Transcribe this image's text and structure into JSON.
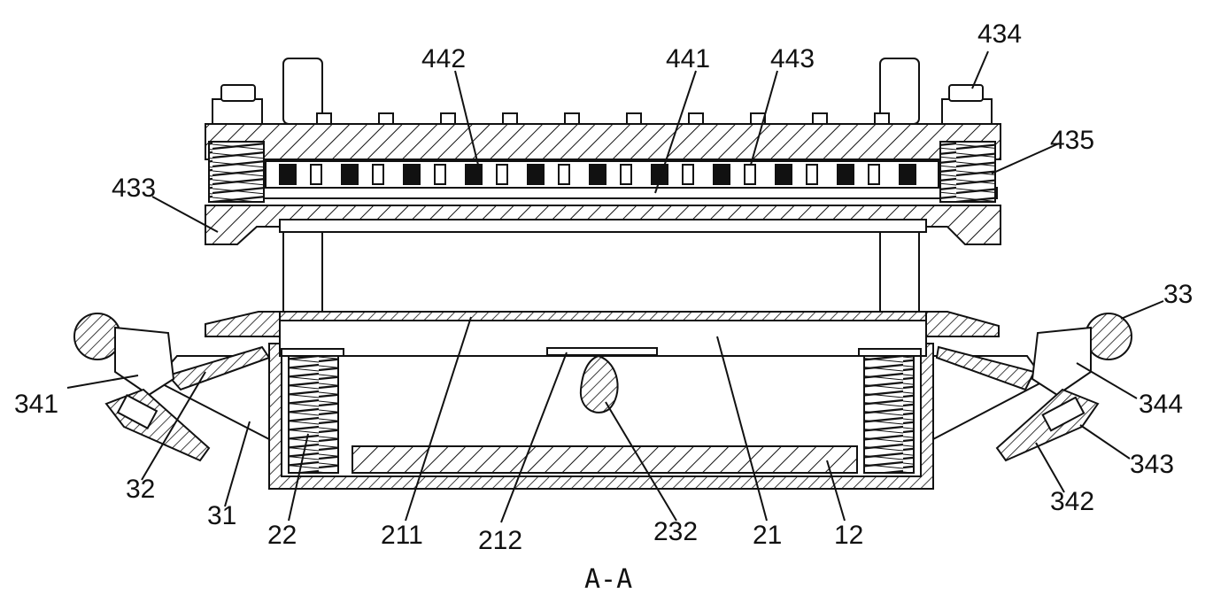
{
  "figure": {
    "section_caption": "A-A",
    "reference_numerals": {
      "n434": "434",
      "n442": "442",
      "n441": "441",
      "n443": "443",
      "n435": "435",
      "n433": "433",
      "n33": "33",
      "n341": "341",
      "n344": "344",
      "n343": "343",
      "n342": "342",
      "n32": "32",
      "n31": "31",
      "n22": "22",
      "n211": "211",
      "n212": "212",
      "n232": "232",
      "n21": "21",
      "n12": "12"
    }
  }
}
